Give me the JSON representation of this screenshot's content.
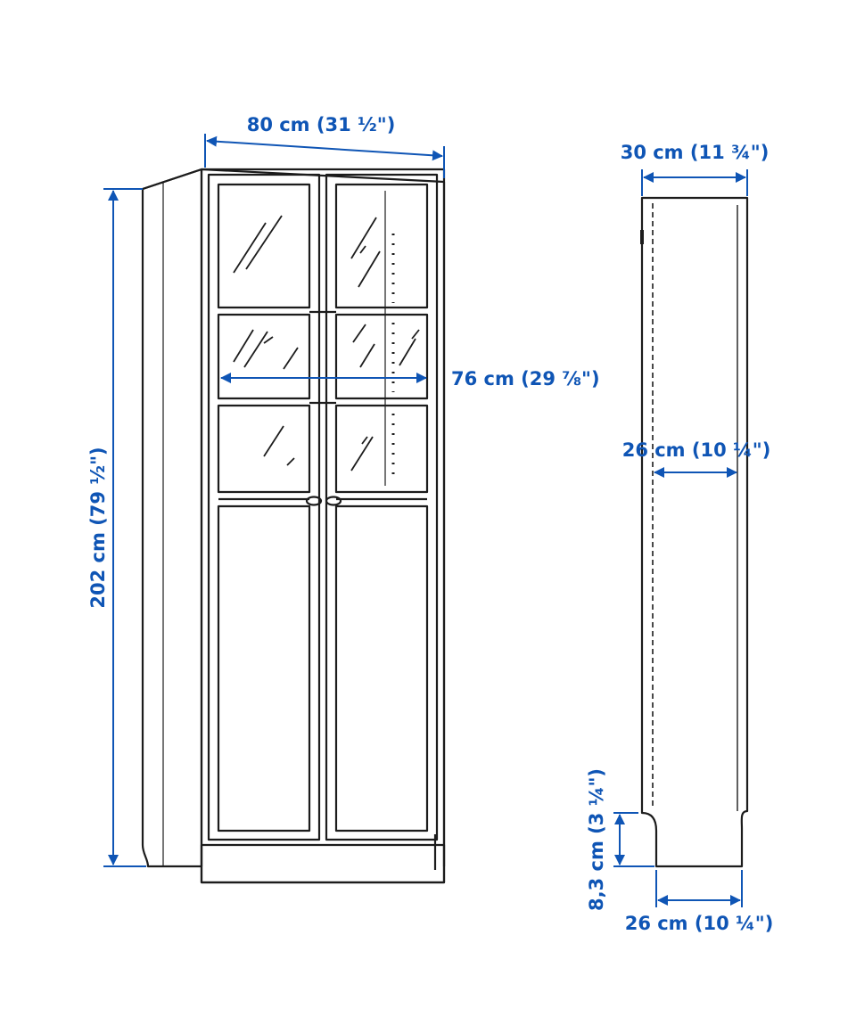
{
  "colors": {
    "dimension": "#0f55b5",
    "line": "#1c1c1c",
    "background": "#ffffff"
  },
  "dimensions": {
    "total_width": "80 cm (31 ½\")",
    "inner_width": "76 cm (29 ⅞\")",
    "height": "202 cm (79 ½\")",
    "total_depth": "30 cm (11 ¾\")",
    "inner_depth": "26 cm (10 ¼\")",
    "plinth_height": "8,3 cm (3 ¼\")",
    "base_depth": "26 cm (10 ¼\")"
  }
}
